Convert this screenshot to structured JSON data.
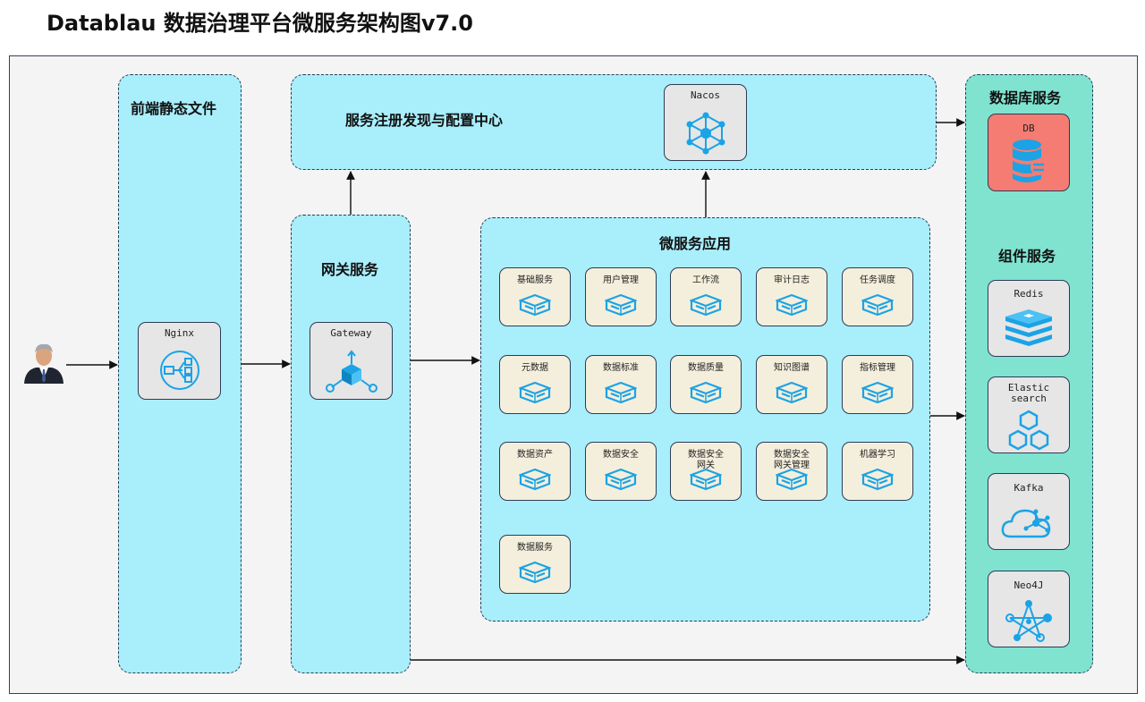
{
  "title": "Datablau 数据治理平台微服务架构图v7.0",
  "colors": {
    "zone_blue": "#a9eefb",
    "zone_green": "#7fe3d0",
    "service_card": "#f4efdc",
    "node_gray": "#e6e6e6",
    "db_red": "#f47c72",
    "icon_blue": "#1ba3e6"
  },
  "zones": {
    "frontend": "前端静态文件",
    "registry": "服务注册发现与配置中心",
    "gateway": "网关服务",
    "microservices": "微服务应用",
    "database": "数据库服务",
    "components": "组件服务"
  },
  "nodes": {
    "nginx": "Nginx",
    "gateway": "Gateway",
    "nacos": "Nacos",
    "db": "DB",
    "redis": "Redis",
    "elastic": "Elastic\nsearch",
    "kafka": "Kafka",
    "neo4j": "Neo4J"
  },
  "services": [
    "基础服务",
    "用户管理",
    "工作流",
    "审计日志",
    "任务调度",
    "元数据",
    "数据标准",
    "数据质量",
    "知识图谱",
    "指标管理",
    "数据资产",
    "数据安全",
    "数据安全\n网关",
    "数据安全\n网关管理",
    "机器学习",
    "数据服务"
  ],
  "icons": {
    "user": "user-avatar-icon",
    "nginx": "load-balancer-icon",
    "gateway": "gateway-cube-icon",
    "nacos": "network-hub-icon",
    "db": "database-icon",
    "redis": "layers-stack-icon",
    "elastic": "hexagon-cluster-icon",
    "kafka": "cloud-network-icon",
    "neo4j": "graph-nodes-icon",
    "service": "server-module-icon"
  }
}
